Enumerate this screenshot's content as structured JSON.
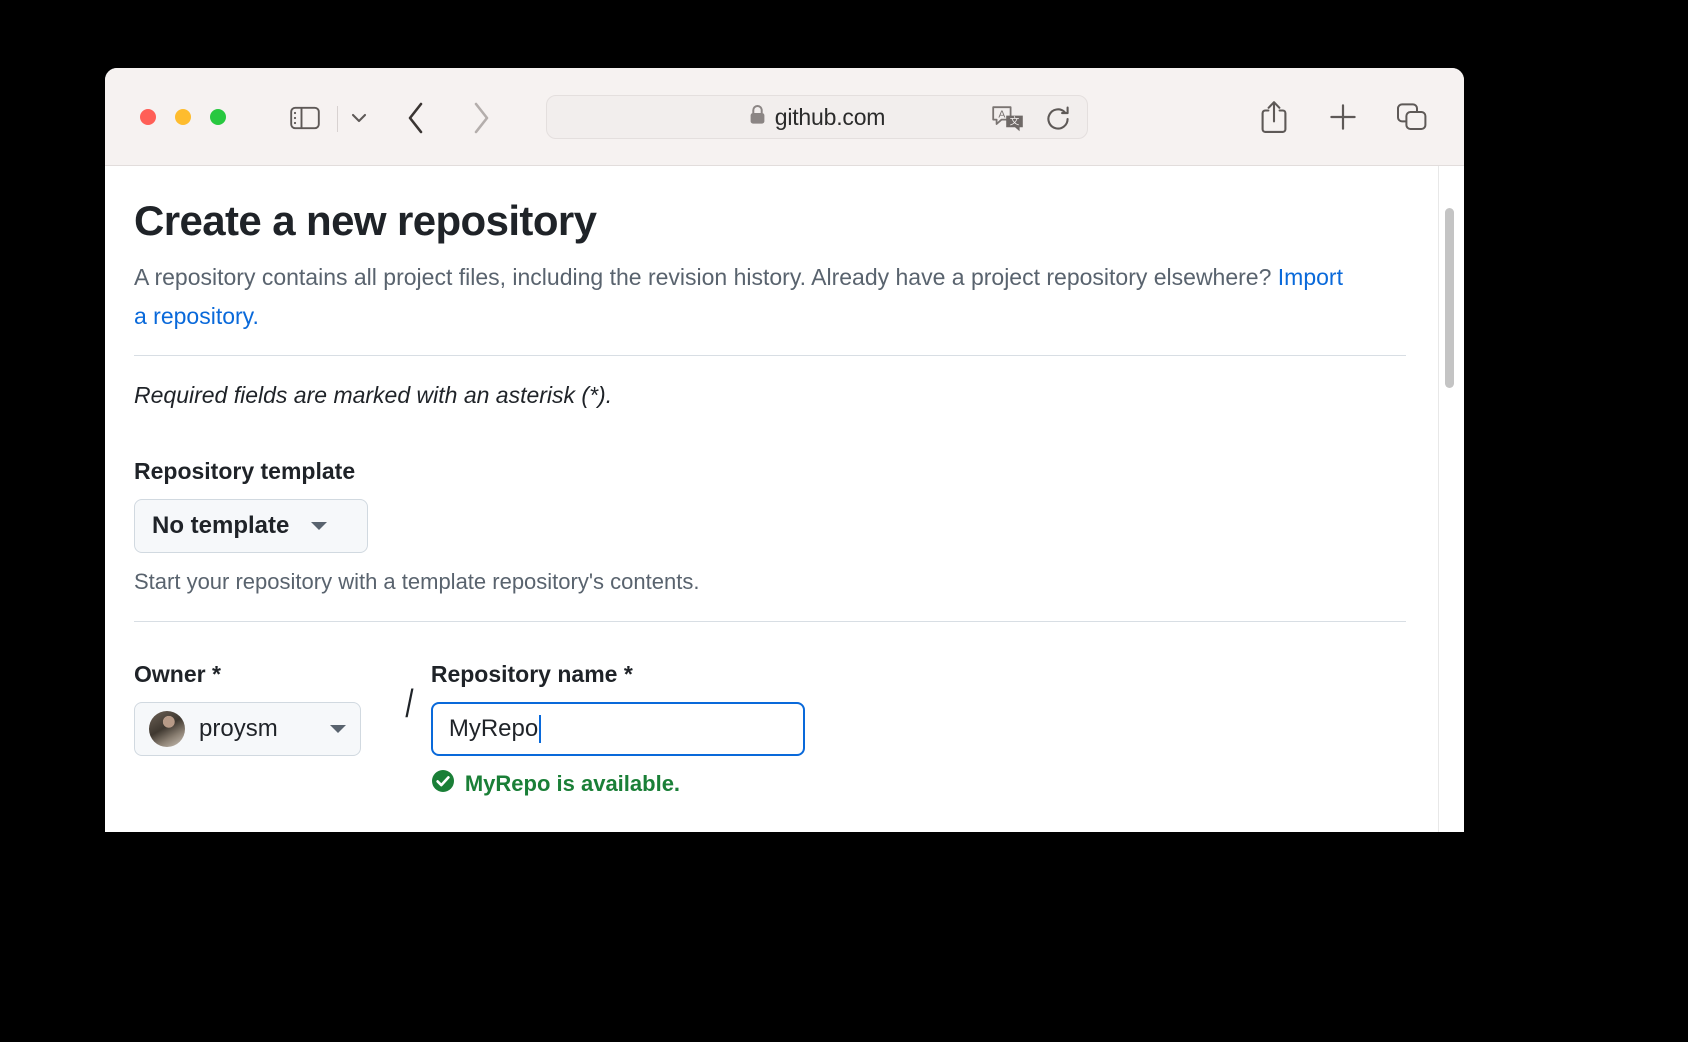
{
  "browser": {
    "name": "Safari",
    "traffic_lights": [
      {
        "name": "close",
        "color": "#ff5f57"
      },
      {
        "name": "minimize",
        "color": "#febc2e"
      },
      {
        "name": "maximize",
        "color": "#28c840"
      }
    ],
    "toolbar": {
      "sidebar_icon": "sidebar-icon",
      "sidebar_chevron_icon": "chevron-down-icon",
      "back_icon": "chevron-left-icon",
      "forward_icon": "chevron-right-icon",
      "share_icon": "share-icon",
      "new_tab_icon": "plus-icon",
      "tab_overview_icon": "tab-overview-icon"
    },
    "address_bar": {
      "lock_icon": "lock-icon",
      "url": "github.com",
      "translate_icon": "translate-icon",
      "reload_icon": "reload-icon"
    }
  },
  "page": {
    "title": "Create a new repository",
    "subtitle_before_link": "A repository contains all project files, including the revision history. Already have a project repository elsewhere? ",
    "import_link_label": "Import a repository.",
    "required_note": "Required fields are marked with an asterisk (*).",
    "repository_template": {
      "label": "Repository template",
      "selected": "No template",
      "help": "Start your repository with a template repository's contents.",
      "caret_icon": "caret-down-icon"
    },
    "owner": {
      "label": "Owner *",
      "selected": "proysm",
      "avatar_icon": "avatar",
      "caret_icon": "caret-down-icon"
    },
    "separator": "/",
    "repository_name": {
      "label": "Repository name *",
      "value": "MyRepo",
      "availability_message": "MyRepo is available.",
      "availability_icon": "check-circle-icon"
    }
  },
  "colors": {
    "link": "#0969da",
    "success": "#1a7f37",
    "text": "#1f2328",
    "muted": "#59636e",
    "focus_border": "#0969da"
  }
}
